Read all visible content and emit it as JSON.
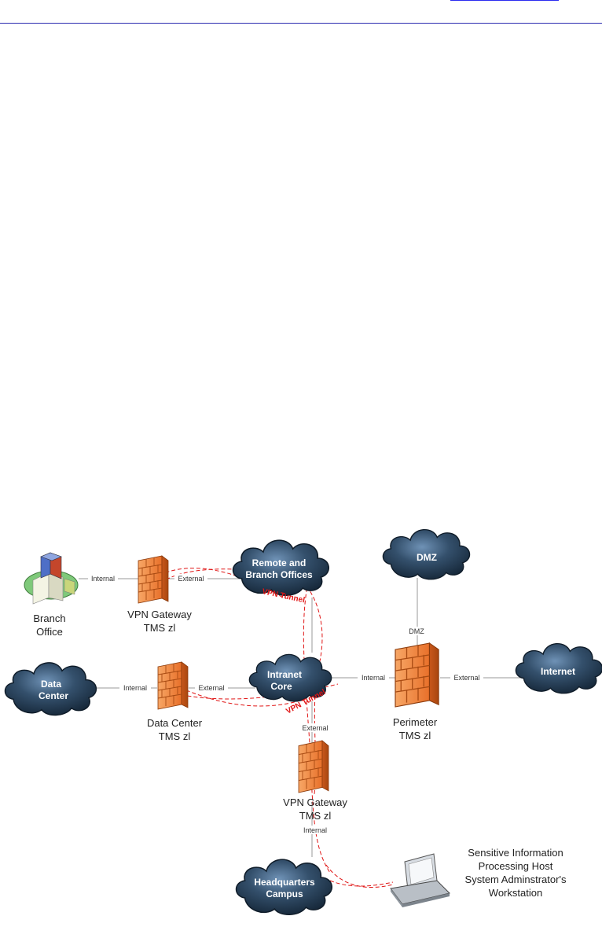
{
  "colors": {
    "link_line": "#2b2bf0",
    "cloud_dark": "#1c2f42",
    "cloud_light": "#5a7fa3",
    "firewall_orange": "#f0843a",
    "tunnel_red": "#e01515",
    "connector_gray": "#9a9a9a"
  },
  "clouds": {
    "remote": {
      "line1": "Remote and",
      "line2": "Branch Offices"
    },
    "dmz": {
      "line1": "DMZ"
    },
    "datacenter": {
      "line1": "Data",
      "line2": "Center"
    },
    "intranet": {
      "line1": "Intranet",
      "line2": "Core"
    },
    "internet": {
      "line1": "Internet"
    },
    "hq": {
      "line1": "Headquarters",
      "line2": "Campus"
    }
  },
  "nodes": {
    "branch_office": {
      "line1": "Branch",
      "line2": "Office"
    },
    "vpn_gateway_top": {
      "line1": "VPN Gateway",
      "line2": "TMS zl"
    },
    "datacenter_fw": {
      "line1": "Data Center",
      "line2": "TMS zl"
    },
    "perimeter_fw": {
      "line1": "Perimeter",
      "line2": "TMS zl"
    },
    "vpn_gateway_bottom": {
      "line1": "VPN Gateway",
      "line2": "TMS zl"
    },
    "workstation": {
      "line1": "Sensitive Information",
      "line2": "Processing Host",
      "line3": "System Adminstrator's",
      "line4": "Workstation"
    }
  },
  "links": {
    "branch_internal": "Internal",
    "vpn_top_external": "External",
    "dmz": "DMZ",
    "dc_internal": "Internal",
    "dc_external": "External",
    "perim_internal": "Internal",
    "perim_external": "External",
    "vpn_bottom_external": "External",
    "vpn_bottom_internal": "Internal"
  },
  "tunnels": {
    "top": "VPN Tunnel",
    "middle": "VPN Tunnel"
  }
}
